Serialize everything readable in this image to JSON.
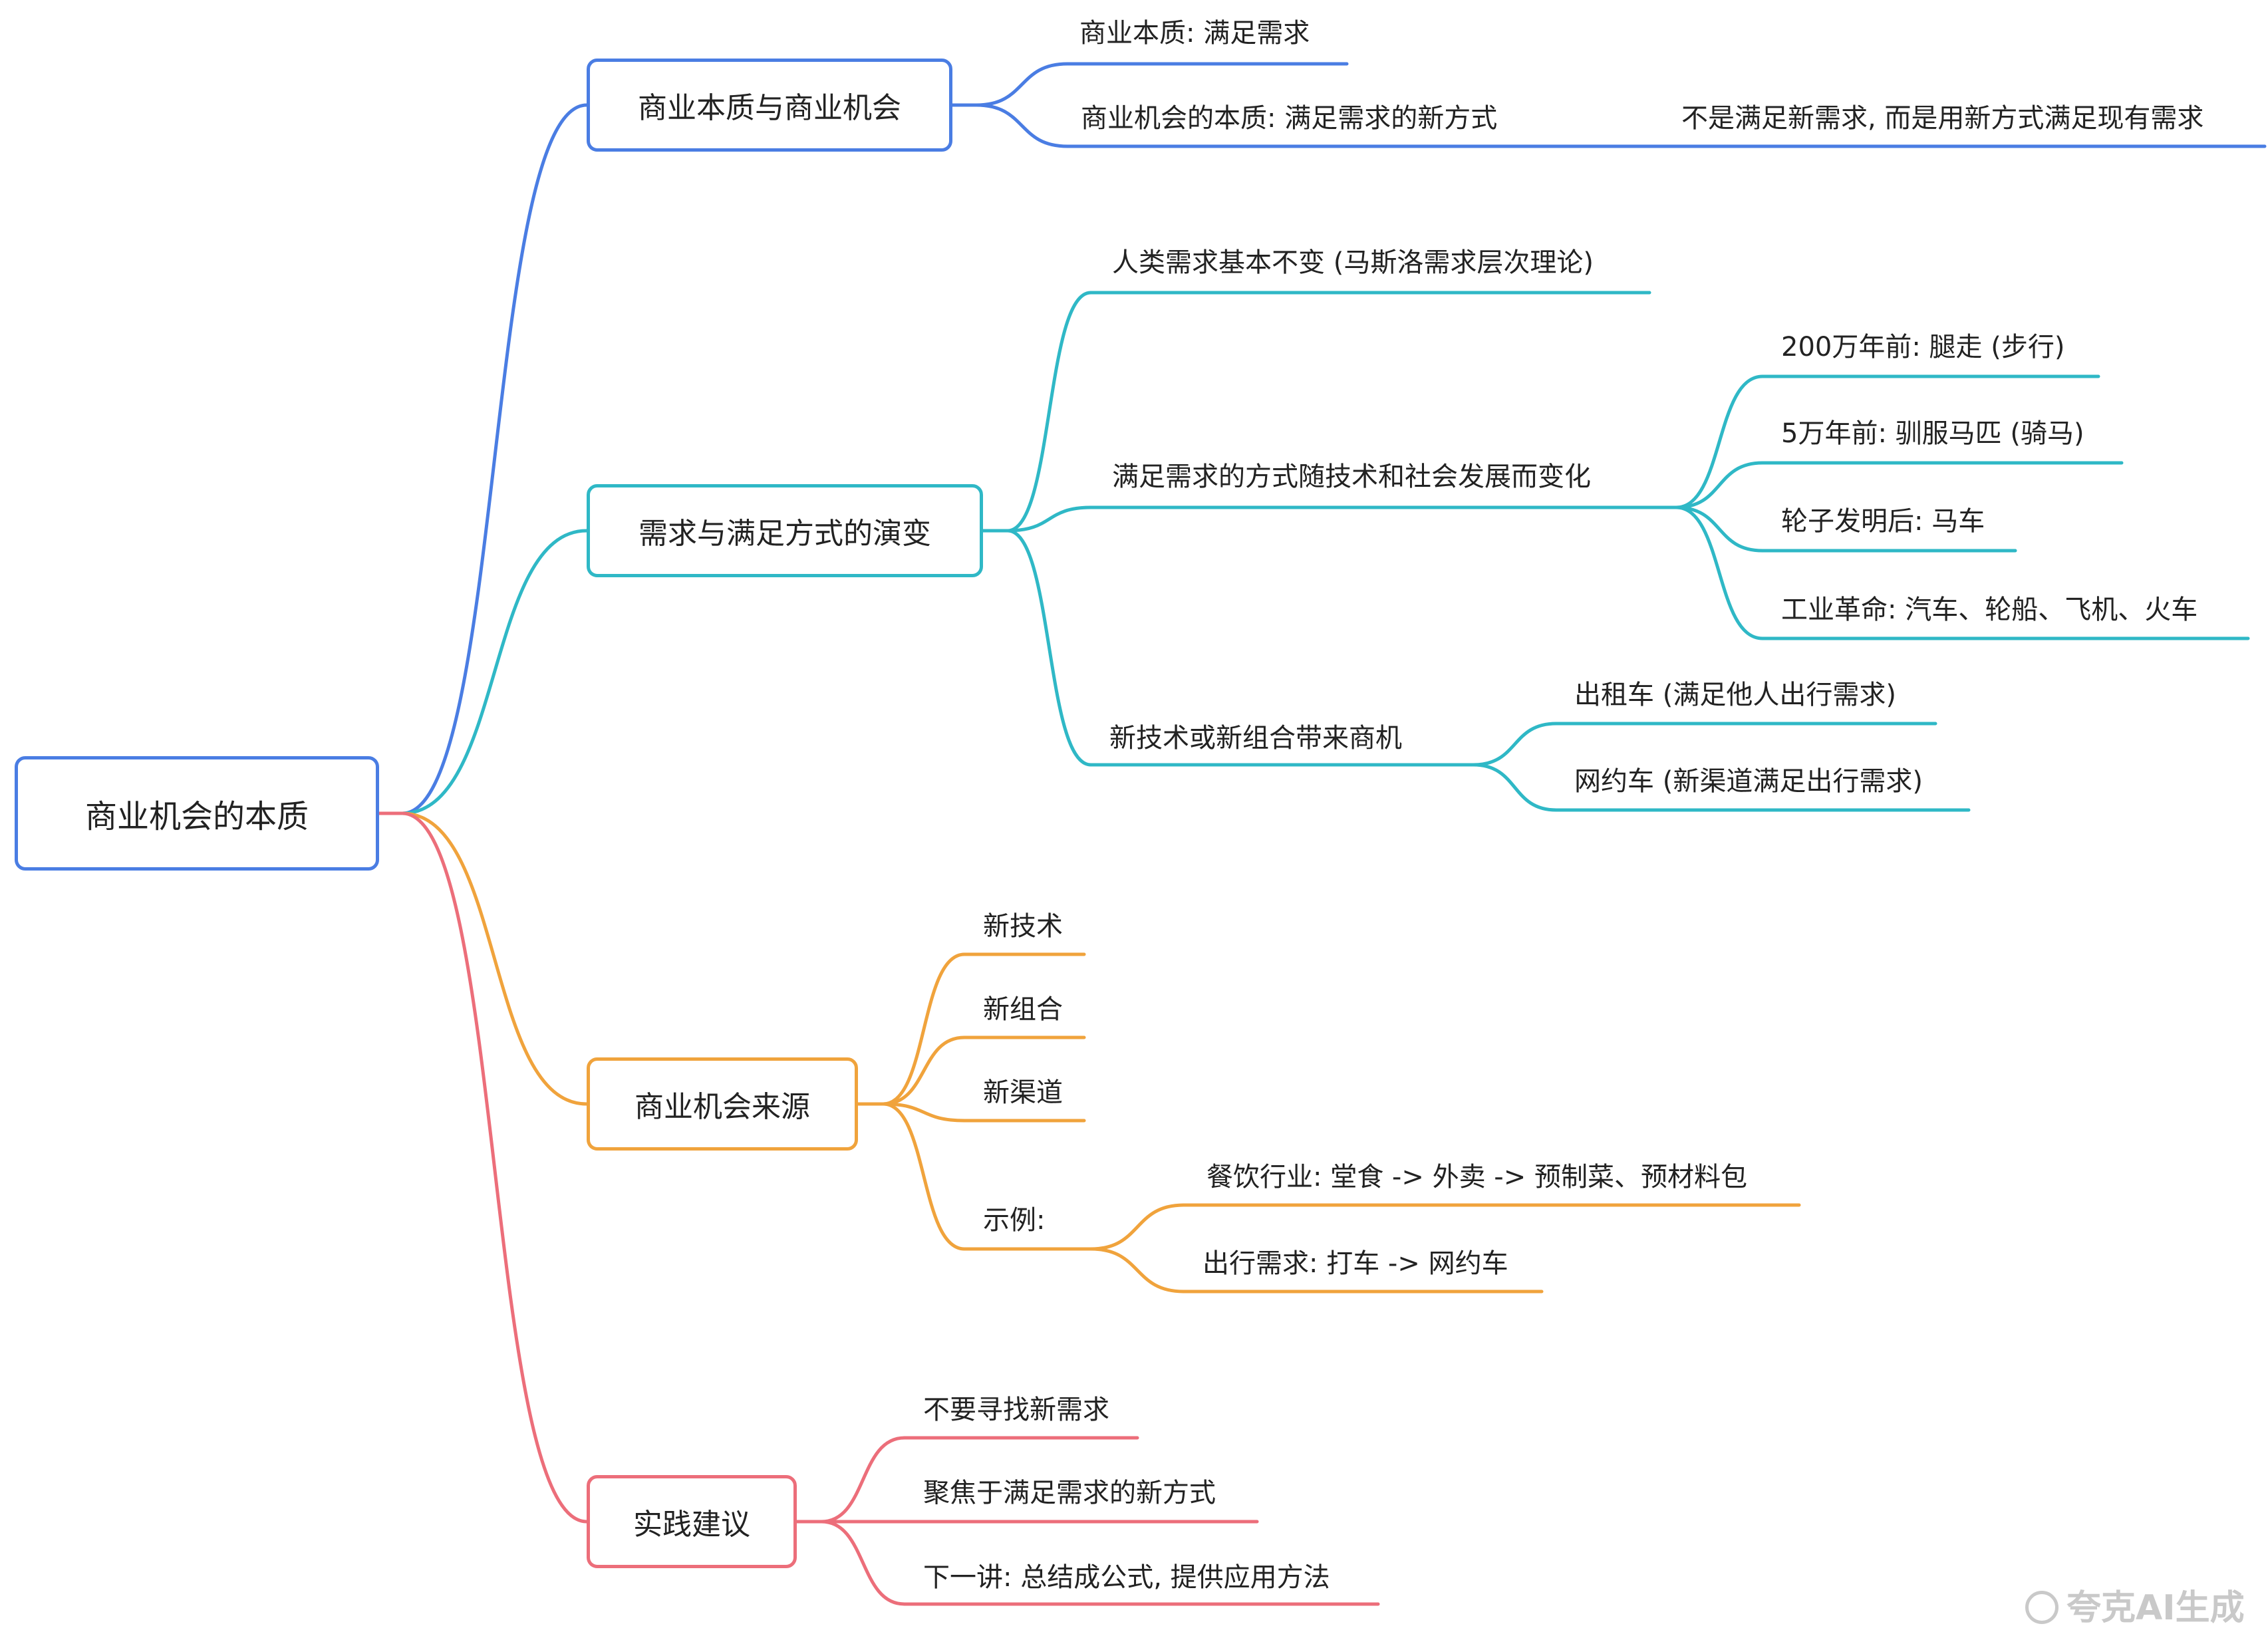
{
  "colors": {
    "root": "#4a7de3",
    "b1": "#4a7de3",
    "b2": "#2fb8c6",
    "b3": "#f0a33c",
    "b4": "#ec6e7a"
  },
  "root": {
    "label": "商业机会的本质"
  },
  "b1": {
    "label": "商业本质与商业机会",
    "items": [
      "商业本质: 满足需求",
      "商业机会的本质: 满足需求的新方式",
      "不是满足新需求, 而是用新方式满足现有需求"
    ]
  },
  "b2": {
    "label": "需求与满足方式的演变",
    "items": [
      "人类需求基本不变 (马斯洛需求层次理论)",
      "满足需求的方式随技术和社会发展而变化",
      "200万年前: 腿走 (步行)",
      "5万年前: 驯服马匹 (骑马)",
      "轮子发明后: 马车",
      "工业革命: 汽车、轮船、飞机、火车",
      "新技术或新组合带来商机",
      "出租车 (满足他人出行需求)",
      "网约车 (新渠道满足出行需求)"
    ]
  },
  "b3": {
    "label": "商业机会来源",
    "items": [
      "新技术",
      "新组合",
      "新渠道",
      "示例:",
      "餐饮行业: 堂食 -> 外卖 -> 预制菜、预材料包",
      "出行需求: 打车 -> 网约车"
    ]
  },
  "b4": {
    "label": "实践建议",
    "items": [
      "不要寻找新需求",
      "聚焦于满足需求的新方式",
      "下一讲: 总结成公式, 提供应用方法"
    ]
  },
  "watermark": "夸克AI生成"
}
